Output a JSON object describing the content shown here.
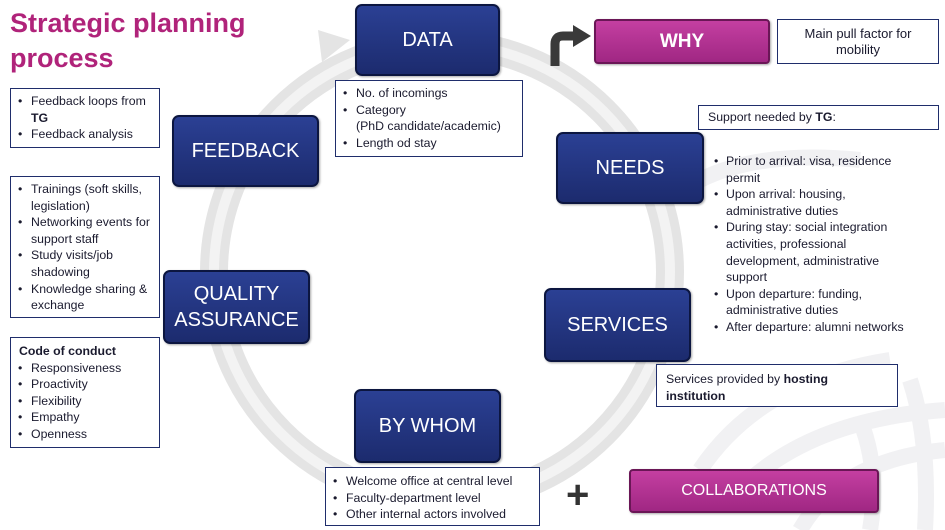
{
  "title": "Strategic planning process",
  "cycle_nodes": {
    "data": "DATA",
    "needs": "NEEDS",
    "services": "SERVICES",
    "by_whom": "BY WHOM",
    "quality_assurance": "QUALITY ASSURANCE",
    "feedback": "FEEDBACK"
  },
  "why": {
    "label": "WHY",
    "note": "Main pull factor for mobility"
  },
  "collaborations": {
    "label": "COLLABORATIONS"
  },
  "data_box": {
    "items": [
      "No. of incomings",
      "Category",
      "(PhD candidate/academic)",
      "Length od stay"
    ]
  },
  "feedback_box": {
    "item1_prefix": "Feedback loops from",
    "item1_bold": "TG",
    "item2": "Feedback analysis"
  },
  "qa_box": {
    "items": [
      "Trainings (soft skills, legislation)",
      "Networking events for support staff",
      "Study visits/job shadowing",
      "Knowledge sharing & exchange"
    ]
  },
  "conduct_box": {
    "heading": "Code of conduct",
    "items": [
      "Responsiveness",
      "Proactivity",
      "Flexibility",
      "Empathy",
      "Openness"
    ]
  },
  "needs_header": {
    "prefix": "Support needed by",
    "bold": "TG",
    "suffix": ":"
  },
  "needs_list": {
    "items": [
      "Prior to arrival: visa, residence permit",
      "Upon arrival: housing, administrative duties",
      "During stay: social integration activities, professional development, administrative support",
      "Upon departure: funding, administrative duties",
      "After departure: alumni networks"
    ]
  },
  "services_box": {
    "prefix": "Services provided by",
    "bold": "hosting institution"
  },
  "bywhom_box": {
    "items": [
      "Welcome office at central level",
      "Faculty-department level",
      "Other internal actors involved"
    ]
  },
  "plus_sign": "+",
  "colors": {
    "title": "#b0237a",
    "node_fill": "#24377f",
    "pink_fill": "#b5318f",
    "box_border": "#1f2d6b",
    "cycle_ring": "#e6e6e6"
  },
  "icons": [
    "curved-arrow-icon",
    "cycle-arrow-icon",
    "plus-icon"
  ]
}
